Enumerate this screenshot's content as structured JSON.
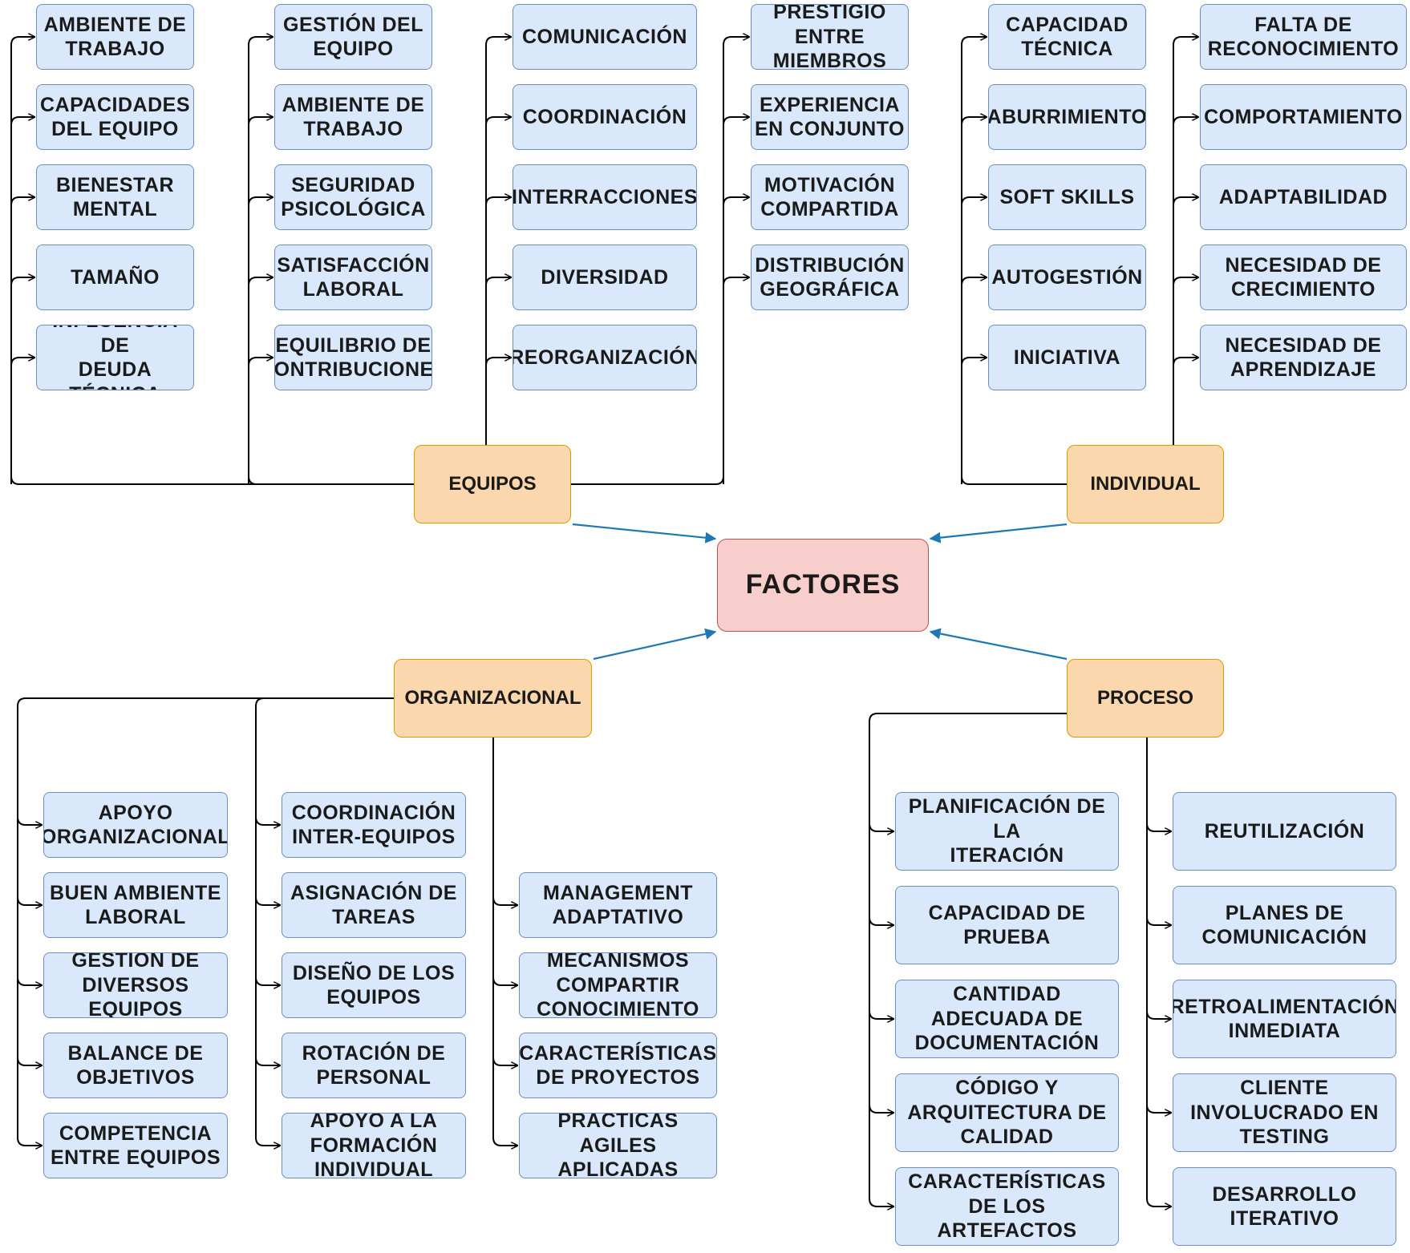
{
  "root": {
    "label": "FACTORES"
  },
  "colors": {
    "leaf_fill": "#dae8fc",
    "leaf_border": "#6c8ebf",
    "category_fill": "#fad7ac",
    "category_border": "#d79b00",
    "root_fill": "#f8cecc",
    "root_border": "#b85450",
    "connector": "#000000",
    "main_arrow": "#1f78b4"
  },
  "categories": {
    "equipos": {
      "label": "EQUIPOS",
      "columns": [
        [
          "AMBIENTE DE\nTRABAJO",
          "CAPACIDADES\nDEL EQUIPO",
          "BIENESTAR\nMENTAL",
          "TAMAÑO",
          "INFLUENCIA DE\nDEUDA TÉCNICA"
        ],
        [
          "GESTIÓN DEL\nEQUIPO",
          "AMBIENTE DE\nTRABAJO",
          "SEGURIDAD\nPSICOLÓGICA",
          "SATISFACCIÓN\nLABORAL",
          "EQUILIBRIO DE\nCONTRIBUCIONES"
        ],
        [
          "COMUNICACIÓN",
          "COORDINACIÓN",
          "INTERRACCIONES",
          "DIVERSIDAD",
          "REORGANIZACIÓN"
        ],
        [
          "PRESTIGIO\nENTRE\nMIEMBROS",
          "EXPERIENCIA\nEN CONJUNTO",
          "MOTIVACIÓN\nCOMPARTIDA",
          "DISTRIBUCIÓN\nGEOGRÁFICA"
        ]
      ]
    },
    "individual": {
      "label": "INDIVIDUAL",
      "columns": [
        [
          "CAPACIDAD\nTÉCNICA",
          "ABURRIMIENTO",
          "SOFT SKILLS",
          "AUTOGESTIÓN",
          "INICIATIVA"
        ],
        [
          "FALTA DE\nRECONOCIMIENTO",
          "COMPORTAMIENTO",
          "ADAPTABILIDAD",
          "NECESIDAD DE\nCRECIMIENTO",
          "NECESIDAD DE\nAPRENDIZAJE"
        ]
      ]
    },
    "organizacional": {
      "label": "ORGANIZACIONAL",
      "columns": [
        [
          "APOYO\nORGANIZACIONAL",
          "BUEN AMBIENTE\nLABORAL",
          "GESTIÓN DE\nDIVERSOS\nEQUIPOS",
          "BALANCE DE\nOBJETIVOS",
          "COMPETENCIA\nENTRE EQUIPOS"
        ],
        [
          "COORDINACIÓN\nINTER-EQUIPOS",
          "ASIGNACIÓN DE\nTAREAS",
          "DISEÑO DE LOS\nEQUIPOS",
          "ROTACIÓN DE\nPERSONAL",
          "APOYO A LA\nFORMACIÓN\nINDIVIDUAL"
        ],
        [
          "MANAGEMENT\nADAPTATIVO",
          "MECANISMOS\nCOMPARTIR\nCONOCIMIENTO",
          "CARACTERÍSTICAS\nDE PROYECTOS",
          "PRÁCTICAS AGILES\nAPLICADAS"
        ]
      ]
    },
    "proceso": {
      "label": "PROCESO",
      "columns": [
        [
          "PLANIFICACIÓN DE LA\nITERACIÓN",
          "CAPACIDAD DE\nPRUEBA",
          "CANTIDAD\nADECUADA DE\nDOCUMENTACIÓN",
          "CÓDIGO Y\nARQUITECTURA DE\nCALIDAD",
          "CARACTERÍSTICAS\nDE LOS ARTEFACTOS"
        ],
        [
          "REUTILIZACIÓN",
          "PLANES DE\nCOMUNICACIÓN",
          "RETROALIMENTACIÓN\nINMEDIATA",
          "CLIENTE\nINVOLUCRADO EN\nTESTING",
          "DESARROLLO\nITERATIVO"
        ]
      ]
    }
  }
}
